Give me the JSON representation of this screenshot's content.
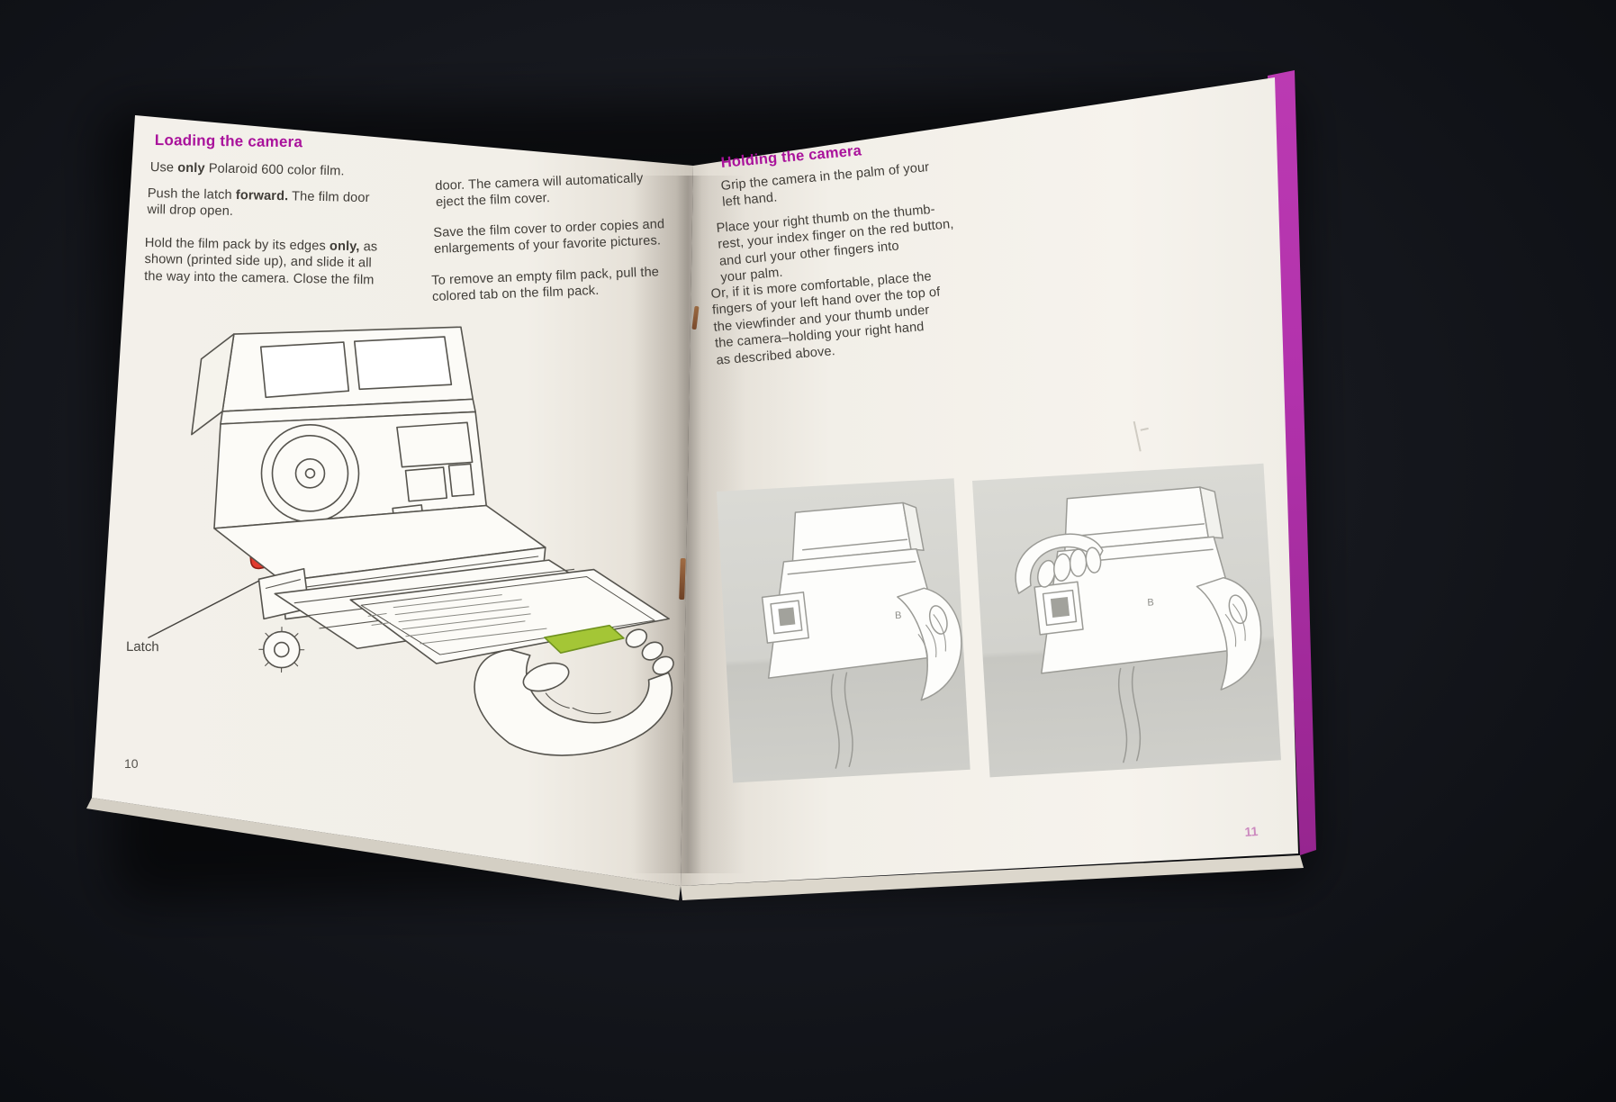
{
  "left_page": {
    "heading": "Loading the camera",
    "page_number": "10",
    "latch_label": "Latch",
    "col1": [
      [
        [
          {
            "t": "Use "
          },
          {
            "t": "only",
            "b": true
          },
          {
            "t": " Polaroid 600 color film."
          }
        ]
      ],
      [
        [
          {
            "t": "Push the latch "
          },
          {
            "t": "forward.",
            "b": true
          },
          {
            "t": " The film door"
          }
        ],
        "will drop open."
      ],
      [
        [
          {
            "t": "Hold the film pack by its edges "
          },
          {
            "t": "only,",
            "b": true
          },
          {
            "t": " as"
          }
        ],
        "shown (printed side up), and slide it all",
        "the way into the camera. Close the film"
      ]
    ],
    "col2": [
      [
        "door. The camera will automatically",
        "eject the film cover."
      ],
      [
        "Save the film cover to order copies and",
        "enlargements of your favorite pictures."
      ],
      [
        "To remove an empty film pack, pull the",
        "colored tab on the film pack."
      ]
    ]
  },
  "right_page": {
    "heading": "Holding the camera",
    "page_number": "11",
    "paragraphs": [
      [
        "Grip the camera in the palm of your",
        "left hand."
      ],
      [
        "Place your right thumb on the thumb-",
        "rest, your index finger on the red button,",
        "and curl your other fingers into",
        "your palm."
      ],
      [
        "Or, if it is more comfortable, place the",
        "fingers of your left hand over the top of",
        "the viewfinder and your thumb under",
        "the camera–holding your right hand",
        "as described above."
      ]
    ],
    "panels": [
      {
        "marking": "B"
      },
      {
        "marking": "B"
      }
    ]
  },
  "colors": {
    "heading_magenta": "#a9129b",
    "red_button": "#e23b2e",
    "green_tab": "#a4c636",
    "cover_edge": "#b232ac"
  }
}
